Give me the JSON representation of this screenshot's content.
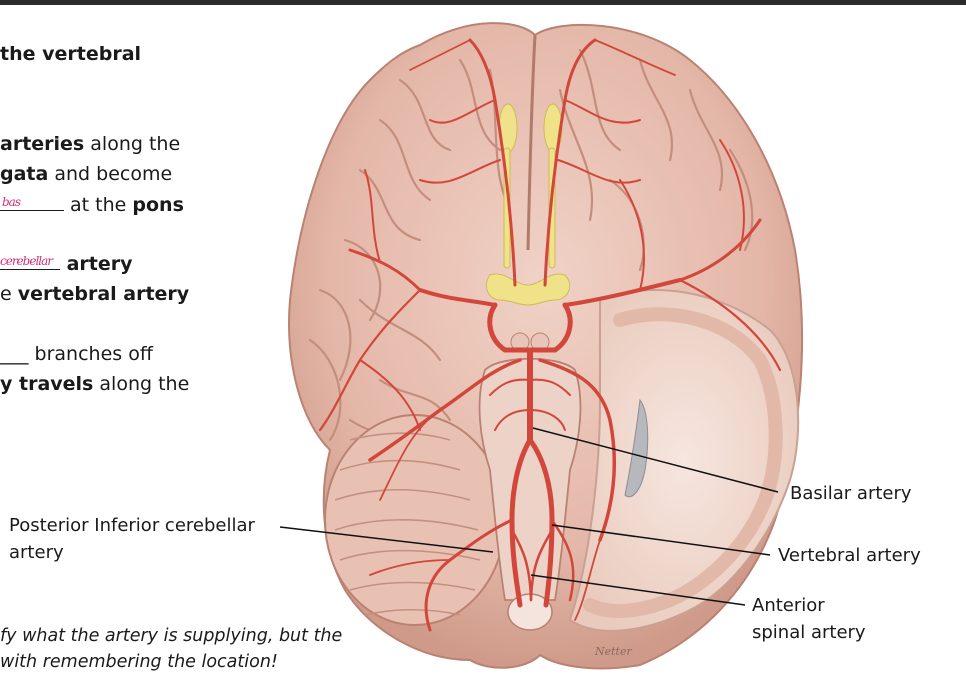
{
  "slide": {
    "text_lines": [
      {
        "parts": [
          {
            "t": "the vertebral",
            "bold": true
          }
        ]
      },
      {
        "parts": [
          {
            "t": "arteries",
            "bold": true
          },
          {
            "t": " along the",
            "bold": false
          }
        ]
      },
      {
        "parts": [
          {
            "t": "gata",
            "bold": true
          },
          {
            "t": " and become",
            "bold": false
          }
        ]
      },
      {
        "parts": [
          {
            "t": " at the ",
            "bold": false
          },
          {
            "t": "pons",
            "bold": true
          }
        ]
      },
      {
        "parts": [
          {
            "t": " artery",
            "bold": true
          }
        ]
      },
      {
        "parts": [
          {
            "t": "e ",
            "bold": false
          },
          {
            "t": "vertebral artery",
            "bold": true
          }
        ]
      },
      {
        "parts": [
          {
            "t": "___ branches off",
            "bold": false
          }
        ]
      },
      {
        "parts": [
          {
            "t": "y travels",
            "bold": true
          },
          {
            "t": " along the",
            "bold": false
          }
        ]
      }
    ],
    "handwriting": {
      "basilar_fill": "bas",
      "pica_fill": "cerebellar"
    },
    "notes": [
      "fy what the artery is supplying, but the",
      "with remembering the location!"
    ]
  },
  "diagram": {
    "labels": {
      "pica": "Posterior Inferior cerebellar",
      "pica_line2": "artery",
      "basilar": "Basilar artery",
      "vertebral": "Vertebral artery",
      "anterior_spinal": "Anterior",
      "anterior_spinal_line2": "spinal artery"
    },
    "signature": "Netter",
    "colors": {
      "artery": "#d2473b",
      "brain": "#e8c4b8",
      "brain_shade": "#d9a899",
      "nerve": "#efe289",
      "cut": "#f1dcd2"
    }
  }
}
